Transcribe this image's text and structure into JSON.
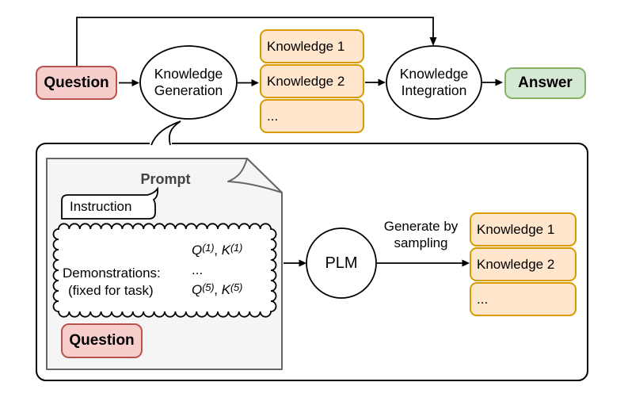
{
  "figure": {
    "overview": {
      "question_label": "Question",
      "generation_label": "Knowledge Generation",
      "knowledge_items": [
        "Knowledge 1",
        "Knowledge 2",
        "..."
      ],
      "integration_label": "Knowledge Integration",
      "answer_label": "Answer"
    },
    "generation_detail": {
      "prompt_title": "Prompt",
      "instruction_label": "Instruction",
      "demonstrations": {
        "label": "Demonstrations:",
        "note": "(fixed for task)",
        "examples": {
          "row1": {
            "v1": "Q",
            "s1": "(1)",
            "sep": ", ",
            "v2": "K",
            "s2": "(1)"
          },
          "row2": "...",
          "row3": {
            "v1": "Q",
            "s1": "(5)",
            "sep": ", ",
            "v2": "K",
            "s2": "(5)"
          }
        }
      },
      "question_label": "Question",
      "plm_label": "PLM",
      "generate_caption": "Generate by sampling",
      "knowledge_items": [
        "Knowledge 1",
        "Knowledge 2",
        "..."
      ]
    },
    "colors": {
      "question_fill": "#f8cecc",
      "question_stroke": "#b85450",
      "knowledge_fill": "#ffe6cc",
      "knowledge_stroke": "#d79b00",
      "answer_fill": "#d5e8d4",
      "answer_stroke": "#82b366",
      "prompt_fill": "#f5f5f5",
      "prompt_stroke": "#666666",
      "line_color": "#000000"
    }
  }
}
